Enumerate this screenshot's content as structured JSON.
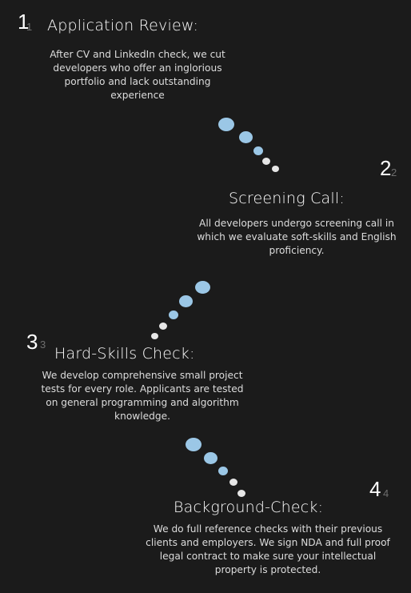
{
  "steps": [
    {
      "number": "1",
      "number_ghost": "1",
      "title": "Application Review:",
      "description": "After CV and LinkedIn check, we cut developers who offer an inglorious portfolio and lack outstanding experience"
    },
    {
      "number": "2",
      "number_ghost": "2",
      "title": "Screening Call:",
      "description": "All developers undergo screening call in which we evaluate soft-skills and English proficiency."
    },
    {
      "number": "3",
      "number_ghost": "3",
      "title": "Hard-Skills Check:",
      "description": "We develop comprehensive small project tests for every role. Applicants are tested on general programming and algorithm knowledge."
    },
    {
      "number": "4",
      "number_ghost": "4",
      "title": "Background-Check:",
      "description": "We do full reference checks with their previous clients and employers. We sign NDA and full proof legal contract to make sure your intellectual property is protected."
    }
  ],
  "colors": {
    "background": "#1b1b1b",
    "dot_blue": "#9bc7e6",
    "dot_white": "#e6e6e6",
    "ghost_number": "#6e6e6e"
  }
}
